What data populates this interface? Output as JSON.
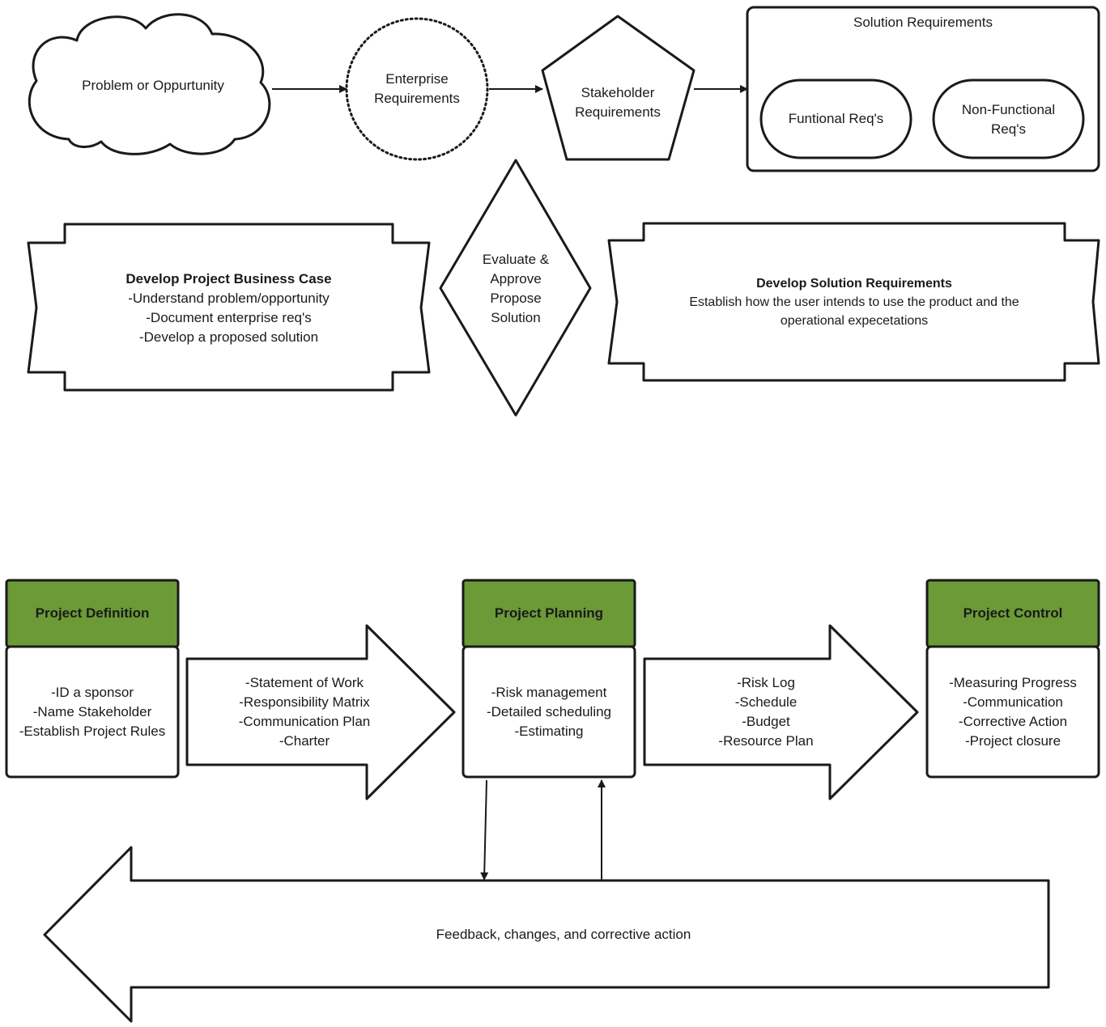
{
  "top_flow": {
    "problem": "Problem or Oppurtunity",
    "enterprise": "Enterprise\nRequirements",
    "stakeholder": "Stakeholder\nRequirements",
    "solution_group": {
      "title": "Solution Requirements",
      "functional": "Funtional Req's",
      "non_functional": "Non-Functional\nReq's"
    }
  },
  "middle": {
    "business_case": {
      "title": "Develop Project Business Case",
      "body": "-Understand problem/opportunity\n-Document enterprise req's\n-Develop a proposed solution"
    },
    "decision": "Evaluate &\nApprove\nPropose\nSolution",
    "solution_req": {
      "title": "Develop Solution Requirements",
      "body": "Establish how the user intends to use the product and the\noperational expecetations"
    }
  },
  "phases": {
    "definition": {
      "header": "Project Definition",
      "body": "-ID a sponsor\n-Name Stakeholder\n-Establish Project Rules"
    },
    "arrow1": "-Statement of Work\n-Responsibility Matrix\n-Communication Plan\n-Charter",
    "planning": {
      "header": "Project Planning",
      "body": "-Risk management\n-Detailed scheduling\n-Estimating"
    },
    "arrow2": "-Risk Log\n-Schedule\n-Budget\n-Resource Plan",
    "control": {
      "header": "Project Control",
      "body": "-Measuring Progress\n-Communication\n-Corrective Action\n-Project closure"
    }
  },
  "feedback": "Feedback, changes, and corrective action",
  "colors": {
    "header_green": "#6b9a37",
    "stroke": "#1a1a1a"
  }
}
